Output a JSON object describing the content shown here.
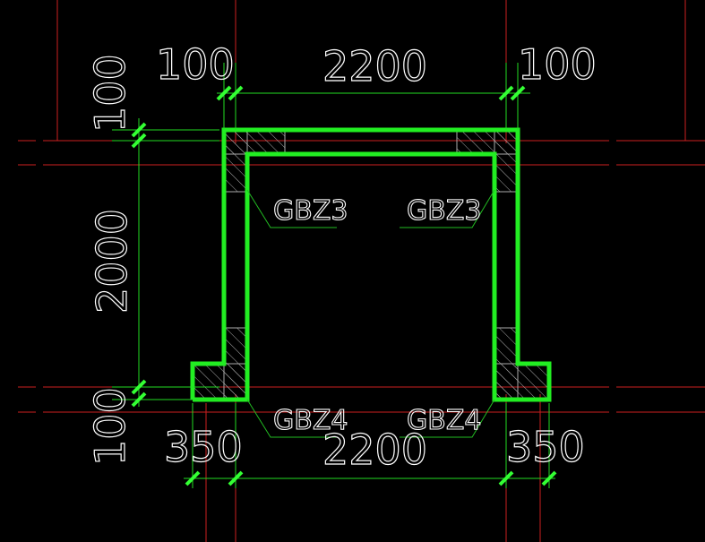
{
  "colors": {
    "background": "#000000",
    "axis": "#cc1f1f",
    "wall": "#22ee22",
    "dimension": "#22dd22",
    "tick": "#33ff33",
    "leader": "#22bb22",
    "hatch": "#aaaaaa",
    "text": "#ffffff"
  },
  "dimensions": {
    "top_left": "100",
    "top_middle": "2200",
    "top_right": "100",
    "left_top": "100",
    "left_middle": "2000",
    "left_bottom": "100",
    "bottom_left": "350",
    "bottom_middle": "2200",
    "bottom_right": "350"
  },
  "column_tags": {
    "top_left": "GBZ3",
    "top_right": "GBZ3",
    "bottom_left": "GBZ4",
    "bottom_right": "GBZ4"
  }
}
